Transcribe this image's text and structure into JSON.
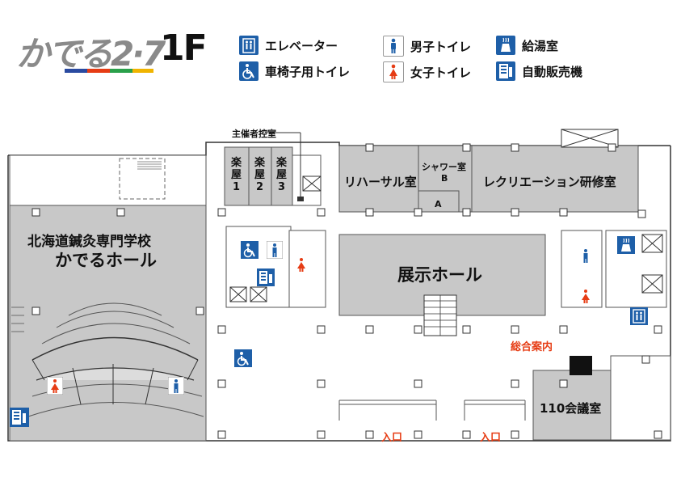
{
  "header": {
    "logo_text": "かでる2·7",
    "floor": "1F"
  },
  "legend": [
    {
      "icon": "elevator-icon",
      "label": "エレベーター"
    },
    {
      "icon": "wheelchair-toilet-icon",
      "label": "車椅子用トイレ"
    },
    {
      "icon": "mens-toilet-icon",
      "label": "男子トイレ"
    },
    {
      "icon": "womens-toilet-icon",
      "label": "女子トイレ"
    },
    {
      "icon": "kitchenette-icon",
      "label": "給湯室"
    },
    {
      "icon": "vending-machine-icon",
      "label": "自動販売機"
    }
  ],
  "rooms": {
    "hall_line1": "北海道鍼灸専門学校",
    "hall_line2": "かでるホール",
    "exhibition": "展示ホール",
    "rehearsal": "リハーサル室",
    "shower_line1": "シャワー室",
    "shower_line2": "B",
    "shower_a": "A",
    "recreation": "レクリエーション研修室",
    "gakuya1_a": "楽",
    "gakuya1_b": "屋",
    "gakuya1_c": "1",
    "gakuya2_a": "楽",
    "gakuya2_b": "屋",
    "gakuya2_c": "2",
    "gakuya3_a": "楽",
    "gakuya3_b": "屋",
    "gakuya3_c": "3",
    "organizer": "主催者控室",
    "info": "総合案内",
    "meeting110": "110会議室",
    "entrance1": "入口",
    "entrance2": "入口"
  },
  "colors": {
    "room_fill": "#c8c8c8",
    "accent_red": "#e63c14",
    "icon_blue": "#1e5fa8"
  }
}
